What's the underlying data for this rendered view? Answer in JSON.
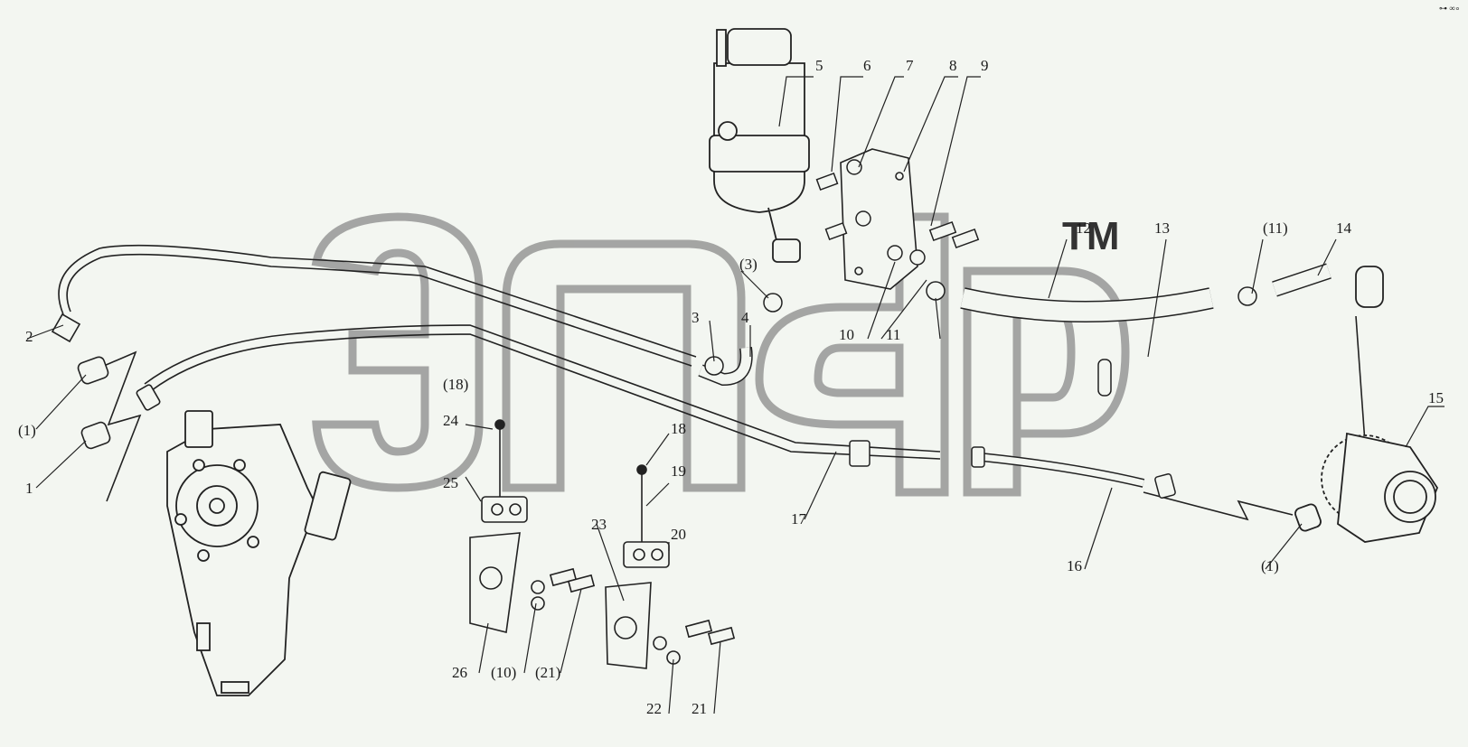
{
  "watermark": {
    "trademark": "TM",
    "color": "#8a8a8a"
  },
  "corner_mark": "⊶ ∞∘",
  "colors": {
    "line": "#222222",
    "background": "#f3f6f1"
  },
  "callouts": [
    {
      "id": "c1",
      "text": "1"
    },
    {
      "id": "c1b",
      "text": "(1)"
    },
    {
      "id": "c1c",
      "text": "(1)"
    },
    {
      "id": "c2",
      "text": "2"
    },
    {
      "id": "c3",
      "text": "3"
    },
    {
      "id": "c3b",
      "text": "(3)"
    },
    {
      "id": "c4",
      "text": "4"
    },
    {
      "id": "c5",
      "text": "5"
    },
    {
      "id": "c6",
      "text": "6"
    },
    {
      "id": "c7",
      "text": "7"
    },
    {
      "id": "c8",
      "text": "8"
    },
    {
      "id": "c9",
      "text": "9"
    },
    {
      "id": "c10",
      "text": "10"
    },
    {
      "id": "c10b",
      "text": "(10)"
    },
    {
      "id": "c11",
      "text": "11"
    },
    {
      "id": "c11b",
      "text": "(11)"
    },
    {
      "id": "c12",
      "text": "12"
    },
    {
      "id": "c13",
      "text": "13"
    },
    {
      "id": "c14",
      "text": "14"
    },
    {
      "id": "c15",
      "text": "15"
    },
    {
      "id": "c16",
      "text": "16"
    },
    {
      "id": "c17",
      "text": "17"
    },
    {
      "id": "c18",
      "text": "18"
    },
    {
      "id": "c18b",
      "text": "(18)"
    },
    {
      "id": "c19",
      "text": "19"
    },
    {
      "id": "c20",
      "text": "20"
    },
    {
      "id": "c21",
      "text": "21"
    },
    {
      "id": "c21b",
      "text": "(21)"
    },
    {
      "id": "c22",
      "text": "22"
    },
    {
      "id": "c23",
      "text": "23"
    },
    {
      "id": "c24",
      "text": "24"
    },
    {
      "id": "c25",
      "text": "25"
    },
    {
      "id": "c26",
      "text": "26"
    }
  ]
}
